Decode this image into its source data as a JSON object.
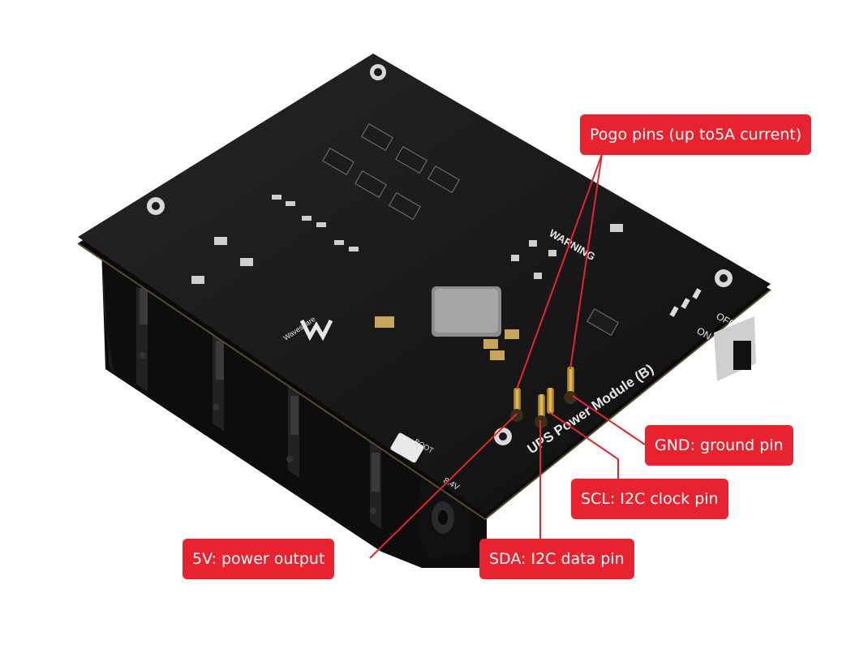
{
  "product": {
    "silkscreen_title": "UPS Power Module (B)",
    "silkscreen_warning": "WARNING",
    "switch_on": "ON",
    "switch_off": "OFF",
    "boot_label": "BOOT",
    "voltage_label": "8.4V",
    "brand": "Waveshare"
  },
  "callouts": {
    "pogo": "Pogo pins (up to5A current)",
    "gnd": "GND: ground pin",
    "scl": "SCL: I2C clock pin",
    "power": "5V: power output",
    "sda": "SDA: I2C data pin"
  },
  "colors": {
    "callout": "#e8232f",
    "board": "#141414",
    "battery_holder": "#0d0d0d",
    "pogo_pin": "#c9962e",
    "silkscreen": "#e6e6e6"
  }
}
